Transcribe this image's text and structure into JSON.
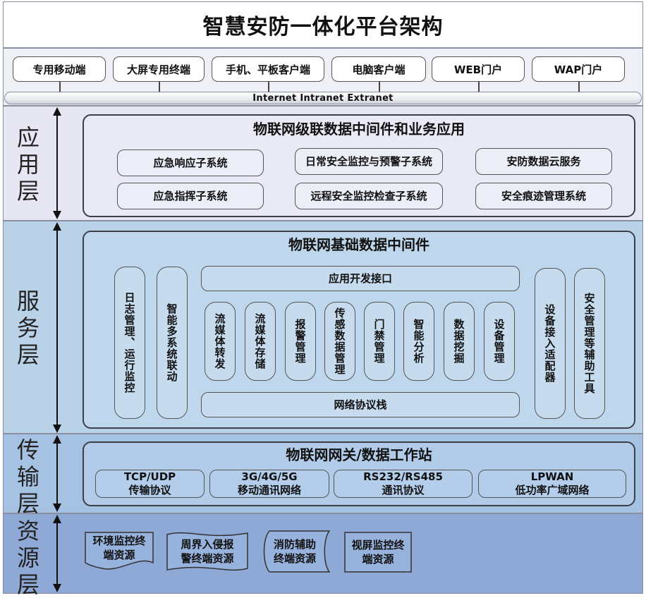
{
  "title": "智慧安防一体化平台架构",
  "clients": [
    "专用移动端",
    "大屏专用终端",
    "手机、平板客户端",
    "电脑客户端",
    "WEB门户",
    "WAP门户"
  ],
  "network_bar": "Internet Intranet  Extranet",
  "layers": {
    "application": {
      "label": [
        "应",
        "用",
        "层"
      ],
      "panel_title": "物联网级联数据中间件和业务应用",
      "systems": [
        "应急响应子系统",
        "日常安全监控与预警子系统",
        "安防数据云服务",
        "应急指挥子系统",
        "远程安全监控检查子系统",
        "安全痕迹管理系统"
      ]
    },
    "service": {
      "label": [
        "服",
        "务",
        "层"
      ],
      "panel_title": "物联网基础数据中间件",
      "left_modules": [
        "日志管理、运行监控",
        "智能多系统联动"
      ],
      "top_bar": "应用开发接口",
      "modules": [
        "流媒体转发",
        "流媒体存储",
        "报警管理",
        "传感数据管理",
        "门禁管理",
        "智能分析",
        "数据挖掘",
        "设备管理"
      ],
      "bottom_bar": "网络协议栈",
      "right_modules": [
        "设备接入适配器",
        "安全管理等辅助工具"
      ]
    },
    "transport": {
      "label": [
        "传",
        "输",
        "层"
      ],
      "panel_title": "物联网网关/数据工作站",
      "protocols": [
        {
          "line1": "TCP/UDP",
          "line2": "传输协议"
        },
        {
          "line1": "3G/4G/5G",
          "line2": "移动通讯网络"
        },
        {
          "line1": "RS232/RS485",
          "line2": "通讯协议"
        },
        {
          "line1": "LPWAN",
          "line2": "低功率广域网络"
        }
      ]
    },
    "resource": {
      "label": [
        "资",
        "源",
        "层"
      ],
      "resources": [
        {
          "line1": "环境监控终",
          "line2": "端资源"
        },
        {
          "line1": "周界入侵报",
          "line2": "警终端资源"
        },
        {
          "line1": "消防辅助",
          "line2": "终端资源"
        },
        {
          "line1": "视屏监控终",
          "line2": "端资源"
        }
      ]
    }
  },
  "colors": {
    "application_band": "#e6e7f3",
    "service_band": "#b9d2e7",
    "transport_band": "#a5c2e2",
    "resource_band": "#8ea9d5"
  },
  "icons": [
    "double-arrow-icon"
  ]
}
